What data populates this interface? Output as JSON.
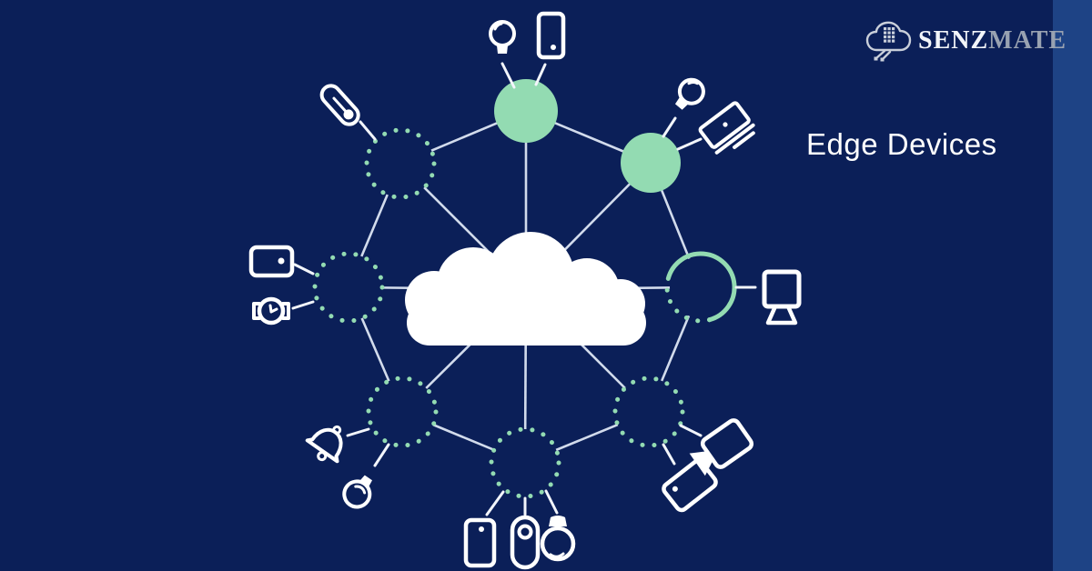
{
  "background": {
    "main": "#0b1f58",
    "accent_band": "#1e4385"
  },
  "colors": {
    "node_green": "#93dbb2",
    "line": "#dde6f4",
    "icon": "#ffffff",
    "cloud": "#ffffff"
  },
  "brand": {
    "name_primary": "SENZ",
    "name_secondary": "MATE",
    "logo_icon": "cloud-circuit-icon"
  },
  "caption": {
    "text": "Edge Devices"
  },
  "diagram": {
    "hub": {
      "type": "cloud",
      "icon": "cloud-icon"
    },
    "nodes": [
      {
        "id": "top",
        "style": "solid-green",
        "devices": [
          "lightbulb",
          "smartphone"
        ]
      },
      {
        "id": "top-right",
        "style": "solid-green",
        "devices": [
          "lightbulb",
          "printer"
        ]
      },
      {
        "id": "right",
        "style": "green-ring-part-dotted",
        "devices": [
          "desktop-monitor"
        ]
      },
      {
        "id": "bottom-right",
        "style": "dotted",
        "devices": [
          "video-camera",
          "tablet"
        ]
      },
      {
        "id": "bottom",
        "style": "dotted",
        "devices": [
          "smartphone",
          "smart-lock",
          "lightbulb"
        ]
      },
      {
        "id": "bottom-left",
        "style": "dotted",
        "devices": [
          "bell",
          "lightbulb"
        ]
      },
      {
        "id": "left",
        "style": "dotted",
        "devices": [
          "tablet",
          "smartwatch"
        ]
      },
      {
        "id": "top-left",
        "style": "dotted",
        "devices": [
          "thermometer"
        ]
      }
    ]
  }
}
